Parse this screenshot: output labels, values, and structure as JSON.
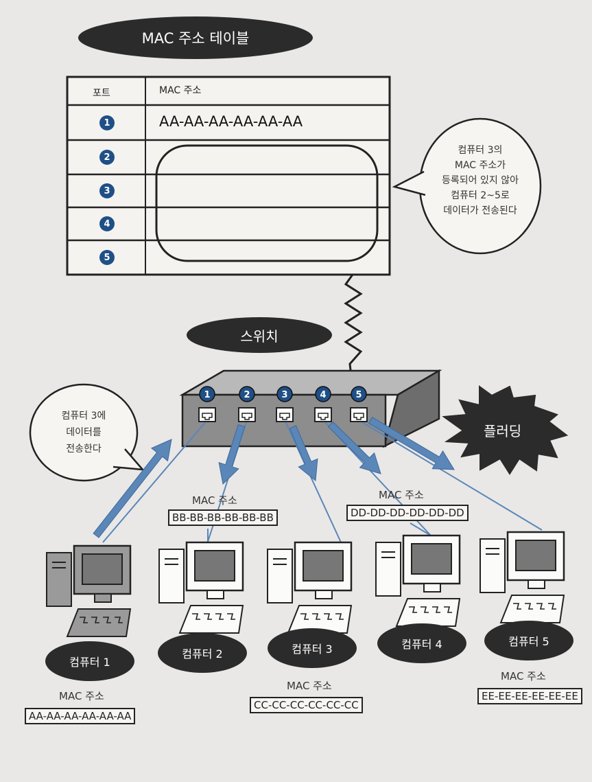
{
  "title": "MAC 주소 테이블",
  "table": {
    "header_port": "포트",
    "header_mac": "MAC 주소",
    "rows": [
      {
        "port": "1",
        "mac": "AA-AA-AA-AA-AA-AA"
      },
      {
        "port": "2",
        "mac": ""
      },
      {
        "port": "3",
        "mac": ""
      },
      {
        "port": "4",
        "mac": ""
      },
      {
        "port": "5",
        "mac": ""
      }
    ]
  },
  "callout_table": [
    "컴퓨터 3의",
    "MAC 주소가",
    "등록되어 있지 않아",
    "컴퓨터 2~5로",
    "데이터가 전송된다"
  ],
  "switch_label": "스위치",
  "flooding_label": "플러딩",
  "callout_send": [
    "컴퓨터 3에",
    "데이터를",
    "전송한다"
  ],
  "switch_ports": [
    "1",
    "2",
    "3",
    "4",
    "5"
  ],
  "mac_caption": "MAC 주소",
  "computers": [
    {
      "name": "컴퓨터 1",
      "mac": "AA-AA-AA-AA-AA-AA"
    },
    {
      "name": "컴퓨터 2",
      "mac": "BB-BB-BB-BB-BB-BB"
    },
    {
      "name": "컴퓨터 3",
      "mac": "CC-CC-CC-CC-CC-CC"
    },
    {
      "name": "컴퓨터 4",
      "mac": "DD-DD-DD-DD-DD-DD"
    },
    {
      "name": "컴퓨터 5",
      "mac": "EE-EE-EE-EE-EE-EE"
    }
  ],
  "colors": {
    "arrow": "#5b86b8",
    "badge": "#1f4f86",
    "pill": "#2b2b2b",
    "switch": "#8d8d8d"
  }
}
